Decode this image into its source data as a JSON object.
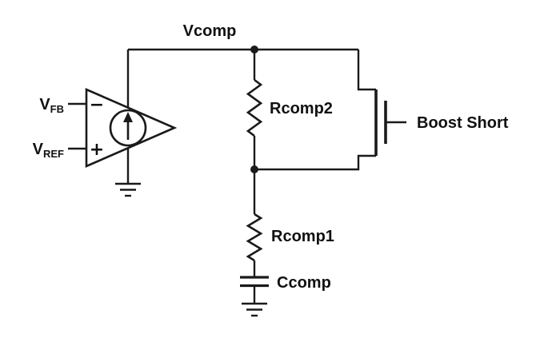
{
  "diagram": {
    "type": "circuit-schematic",
    "title": "Error amplifier compensation network with boost-short switch",
    "colors": {
      "ink": "#1a1a1a",
      "background": "#ffffff"
    },
    "labels": {
      "vcomp": "Vcomp",
      "rcomp2": "Rcomp2",
      "rcomp1": "Rcomp1",
      "ccomp": "Ccomp",
      "boost_short": "Boost Short",
      "vfb_main": "V",
      "vfb_sub": "FB",
      "vref_main": "V",
      "vref_sub": "REF",
      "minus_sign": "−",
      "plus_sign": "+"
    },
    "components": [
      {
        "id": "error-amplifier",
        "type": "transconductance-amplifier",
        "inverting_input": "V_FB",
        "noninverting_input": "V_REF",
        "output_node": "Vcomp",
        "contains": "current-source-arrow-up",
        "bottom": "GND"
      },
      {
        "id": "rcomp2",
        "type": "resistor",
        "label": "Rcomp2",
        "from": "Vcomp",
        "to": "mid-node"
      },
      {
        "id": "boost-short-fet",
        "type": "mosfet",
        "label": "Boost Short",
        "drain": "Vcomp",
        "source": "mid-node"
      },
      {
        "id": "rcomp1",
        "type": "resistor",
        "label": "Rcomp1",
        "from": "mid-node",
        "to": "ccomp-top"
      },
      {
        "id": "ccomp",
        "type": "capacitor",
        "label": "Ccomp",
        "from": "ccomp-top",
        "to": "GND"
      }
    ]
  }
}
